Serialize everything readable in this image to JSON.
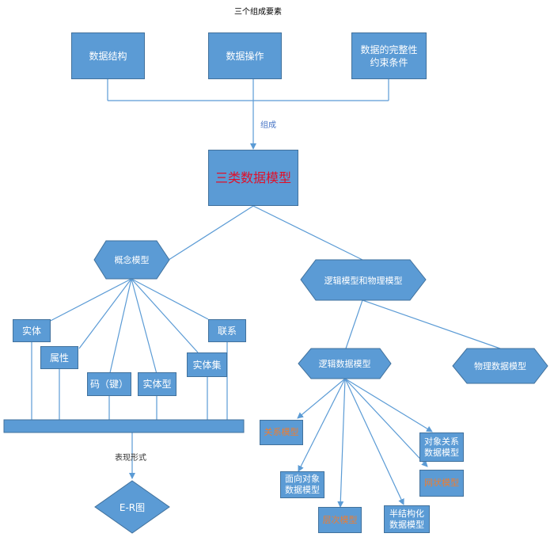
{
  "title": "三个组成要素",
  "elements": {
    "structure": "数据结构",
    "operation": "数据操作",
    "constraint": "数据的完整性\n约束条件"
  },
  "compose_label": "组成",
  "main": "三类数据模型",
  "conceptual": "概念模型",
  "logical_physical": "逻辑模型和物理模型",
  "conceptual_items": {
    "entity": "实体",
    "attribute": "属性",
    "key": "码（键）",
    "entity_type": "实体型",
    "entity_set": "实体集",
    "relationship": "联系"
  },
  "representation_label": "表现形式",
  "er": "E-R图",
  "logical": "逻辑数据模型",
  "physical": "物理数据模型",
  "logical_items": {
    "relational": "关系模型",
    "object_oriented": "面向对象\n数据模型",
    "hierarchical": "层次模型",
    "semi_structured": "半结构化\n数据模型",
    "object_relational": "对象关系\n数据模型",
    "network": "网状模型"
  },
  "colors": {
    "fill": "#5b9bd5",
    "border": "#41719c",
    "red_text": "#e0102a",
    "orange_text": "#ed7d31"
  }
}
